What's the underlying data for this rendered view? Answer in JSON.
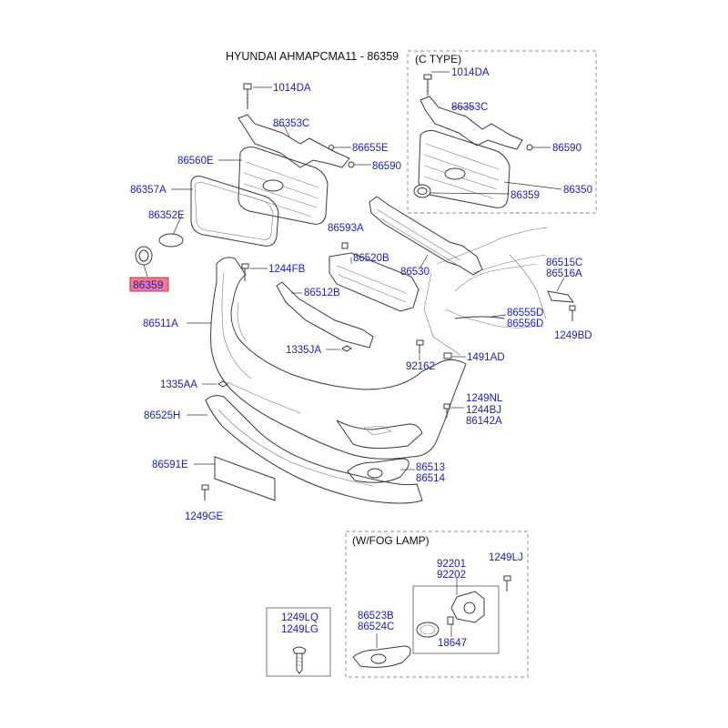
{
  "title": "HYUNDAI AHMAPCMA11 - 86359",
  "highlight_color": "#f07a8a",
  "label_color": "#1a1ad0",
  "boxes": {
    "c_type": "(C TYPE)",
    "fog_lamp": "(W/FOG LAMP)"
  },
  "parts": {
    "p1014DA": "1014DA",
    "p86353C": "86353C",
    "p86655E": "86655E",
    "p86590": "86590",
    "p86560E": "86560E",
    "p86357A": "86357A",
    "p86352E": "86352E",
    "p86359": "86359",
    "p86593A": "86593A",
    "p86520B": "86520B",
    "p86530": "86530",
    "p1244FB": "1244FB",
    "p86512B": "86512B",
    "p86511A": "86511A",
    "p1335JA": "1335JA",
    "p1335AA": "1335AA",
    "p86525H": "86525H",
    "p86591E": "86591E",
    "p1249GE": "1249GE",
    "p86513": "86513",
    "p86514": "86514",
    "p86515C": "86515C",
    "p86516A": "86516A",
    "p1249BD": "1249BD",
    "p86555D": "86555D",
    "p86556D": "86556D",
    "p92162": "92162",
    "p1491AD": "1491AD",
    "p1249NL": "1249NL",
    "p1244BJ": "1244BJ",
    "p86142A": "86142A",
    "p92201": "92201",
    "p92202": "92202",
    "p1249LJ": "1249LJ",
    "p86523B": "86523B",
    "p86524C": "86524C",
    "p18647": "18647",
    "p1249LQ": "1249LQ",
    "p1249LG": "1249LG",
    "c1014DA": "1014DA",
    "c86353C": "86353C",
    "c86590": "86590",
    "c86359": "86359",
    "c86350": "86350"
  }
}
